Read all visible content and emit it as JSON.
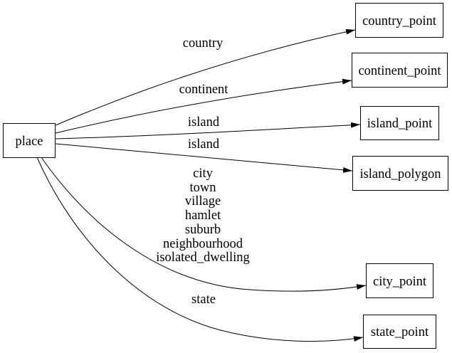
{
  "diagram": {
    "type": "directed-graph",
    "background_color": "#ffffff",
    "line_color": "#000000",
    "text_color": "#000000",
    "nodes": {
      "place": {
        "label": "place"
      },
      "country_point": {
        "label": "country_point"
      },
      "continent_point": {
        "label": "continent_point"
      },
      "island_point": {
        "label": "island_point"
      },
      "island_polygon": {
        "label": "island_polygon"
      },
      "city_point": {
        "label": "city_point"
      },
      "state_point": {
        "label": "state_point"
      }
    },
    "edges": [
      {
        "from": "place",
        "to": "country_point",
        "label": "country"
      },
      {
        "from": "place",
        "to": "continent_point",
        "label": "continent"
      },
      {
        "from": "place",
        "to": "island_point",
        "label": "island"
      },
      {
        "from": "place",
        "to": "island_polygon",
        "label": "island"
      },
      {
        "from": "place",
        "to": "city_point",
        "label_lines": [
          "city",
          "town",
          "village",
          "hamlet",
          "suburb",
          "neighbourhood",
          "isolated_dwelling"
        ]
      },
      {
        "from": "place",
        "to": "state_point",
        "label": "state"
      }
    ]
  }
}
